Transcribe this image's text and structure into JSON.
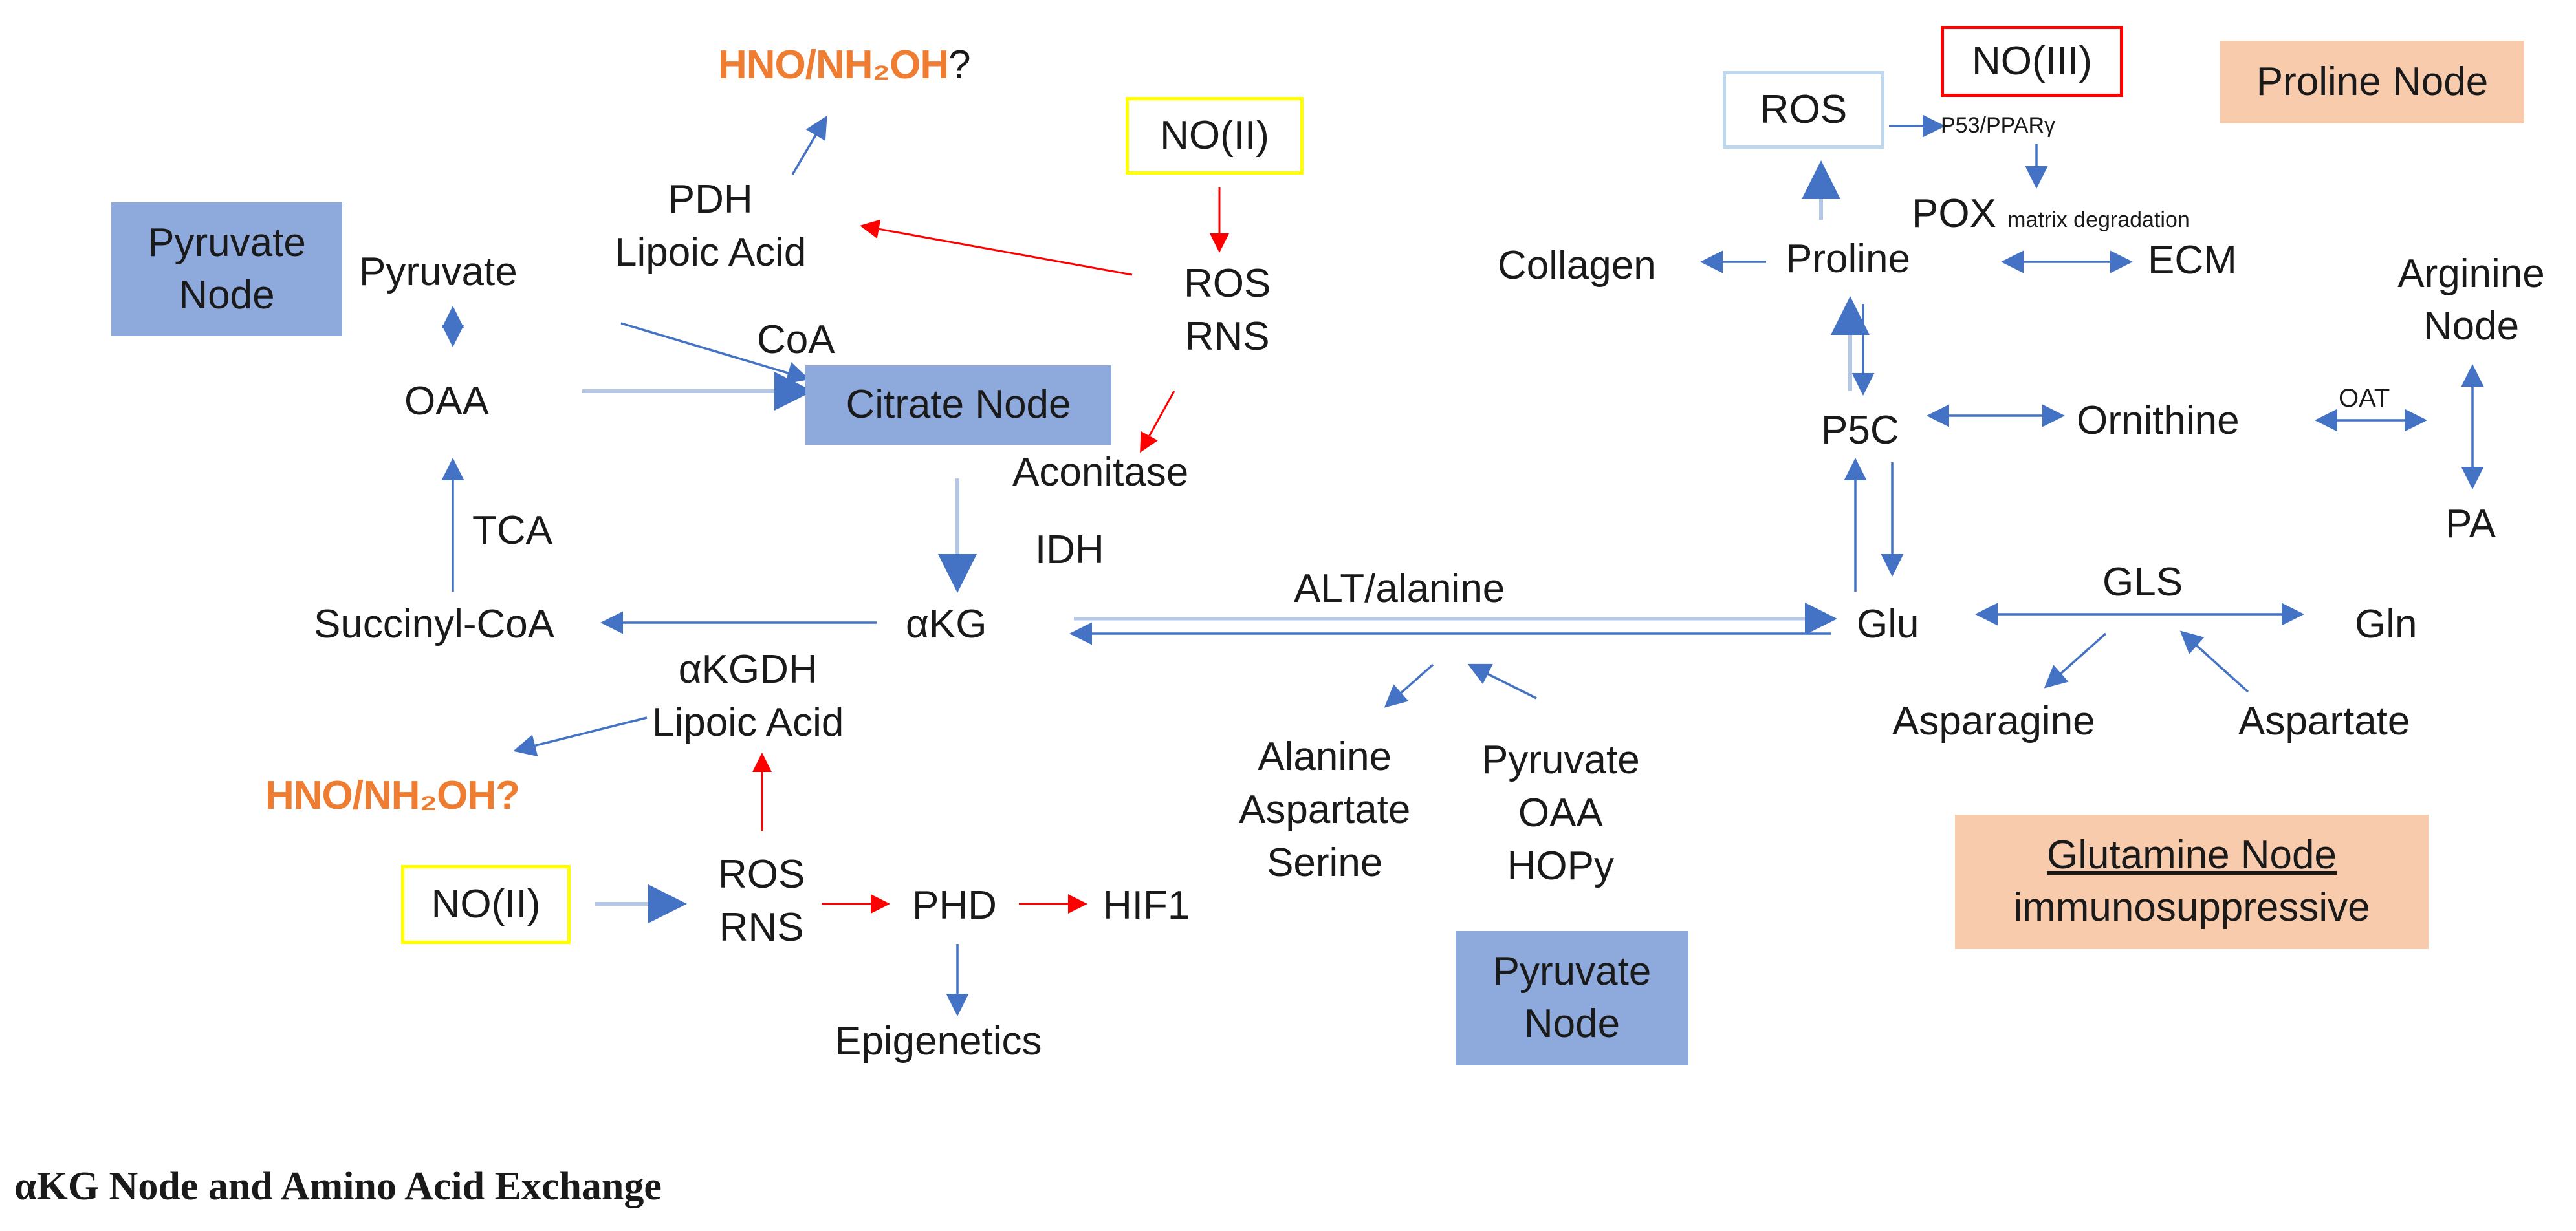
{
  "caption": "αKG Node and Amino Acid Exchange",
  "colors": {
    "arrow_blue": "#4472c4",
    "arrow_red": "#ff0000",
    "node_blue": "#8ea9db",
    "node_peach": "#f8cbad",
    "highlight": "#ee7d31"
  },
  "nodes": {
    "pyruvate_node_left": [
      "Pyruvate",
      "Node"
    ],
    "citrate_node": "Citrate Node",
    "pyruvate_node_bottom": [
      "Pyruvate",
      "Node"
    ],
    "proline_node": "Proline Node",
    "arginine_node": [
      "Arginine",
      "Node"
    ],
    "glutamine_node": {
      "title": "Glutamine Node",
      "subtitle": "immunosuppressive"
    },
    "no2_top": "NO(II)",
    "no2_bottom": "NO(II)",
    "no3": "NO(III)",
    "ros_box": "ROS"
  },
  "labels": {
    "hno_top": "HNO/NH₂OH",
    "hno_top_q": "?",
    "hno_bottom": "HNO/NH₂OH?",
    "pdh": [
      "PDH",
      "Lipoic Acid"
    ],
    "pyruvate": "Pyruvate",
    "coa": "CoA",
    "oaa": "OAA",
    "ros_rns_top": [
      "ROS",
      "RNS"
    ],
    "aconitase": "Aconitase",
    "idh": "IDH",
    "tca": "TCA",
    "succinyl": "Succinyl-CoA",
    "akg": "αKG",
    "akgdh": [
      "αKGDH",
      "Lipoic Acid"
    ],
    "ros_rns_bottom": [
      "ROS",
      "RNS"
    ],
    "phd": "PHD",
    "hif1": "HIF1",
    "epigenetics": "Epigenetics",
    "alt": "ALT/alanine",
    "alanine_group": [
      "Alanine",
      "Aspartate",
      "Serine"
    ],
    "pyruvate_group": [
      "Pyruvate",
      "OAA",
      "HOPy"
    ],
    "p53": "P53/PPARγ",
    "pox": "POX",
    "matrix": "matrix degradation",
    "collagen": "Collagen",
    "proline": "Proline",
    "ecm": "ECM",
    "p5c": "P5C",
    "ornithine": "Ornithine",
    "oat": "OAT",
    "pa": "PA",
    "glu": "Glu",
    "gls": "GLS",
    "gln": "Gln",
    "asparagine": "Asparagine",
    "aspartate": "Aspartate"
  }
}
